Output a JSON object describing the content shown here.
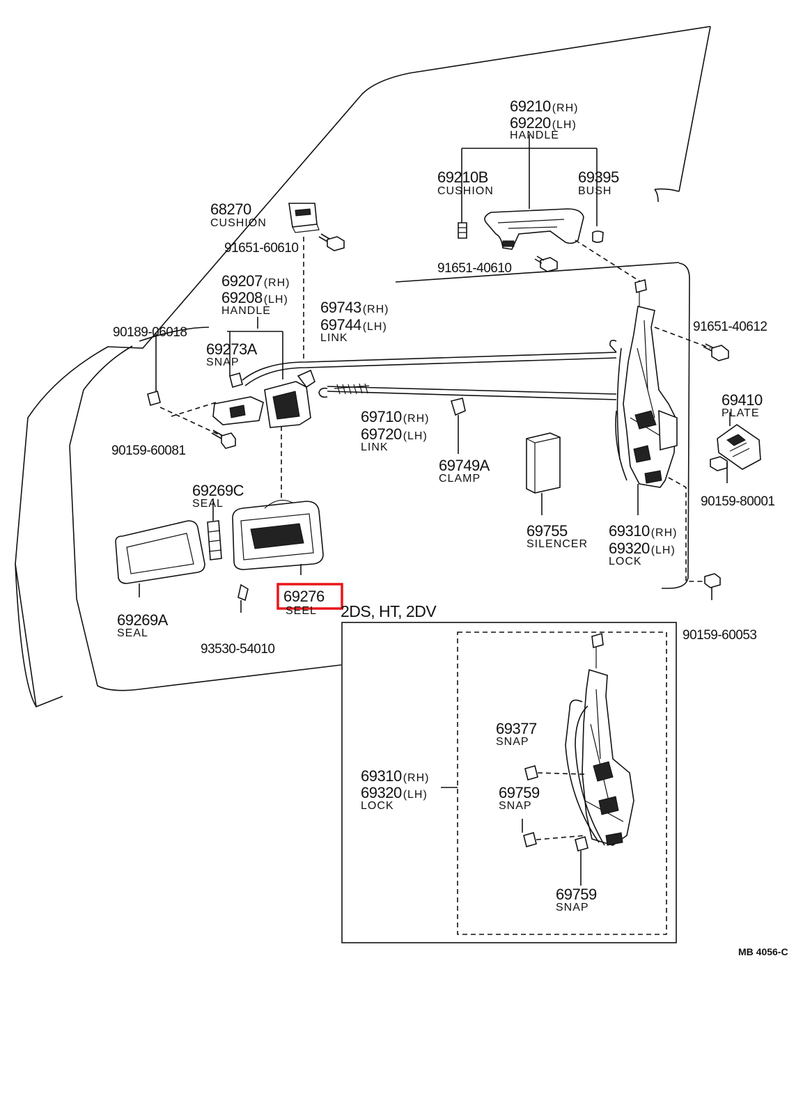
{
  "diagram": {
    "code": "MB 4056-C",
    "inset_title": "2DS, HT, 2DV",
    "highlight_color": "#e8161b",
    "labels": {
      "p69210": "69210",
      "p69210_side": "(RH)",
      "p69220": "69220",
      "p69220_side": "(LH)",
      "p692xx_name": "HANDLE",
      "p69210B": "69210B",
      "p69210B_name": "CUSHION",
      "p69395": "69395",
      "p69395_name": "BUSH",
      "p68270": "68270",
      "p68270_name": "CUSHION",
      "b91651_60610": "91651-60610",
      "b91651_40610": "91651-40610",
      "p69207": "69207",
      "p69207_side": "(RH)",
      "p69208": "69208",
      "p69208_side": "(LH)",
      "p69207_name": "HANDLE",
      "p69743": "69743",
      "p69743_side": "(RH)",
      "p69744": "69744",
      "p69744_side": "(LH)",
      "p69743_name": "LINK",
      "b90189_06018": "90189-06018",
      "p69273A": "69273A",
      "p69273A_name": "SNAP",
      "b91651_40612": "91651-40612",
      "p69410": "69410",
      "p69410_name": "PLATE",
      "p69710": "69710",
      "p69710_side": "(RH)",
      "p69720": "69720",
      "p69720_side": "(LH)",
      "p69710_name": "LINK",
      "b90159_60081": "90159-60081",
      "p69749A": "69749A",
      "p69749A_name": "CLAMP",
      "b90159_80001": "90159-80001",
      "p69269C": "69269C",
      "p69269C_name": "SEAL",
      "p69755": "69755",
      "p69755_name": "SILENCER",
      "p69310": "69310",
      "p69310_side": "(RH)",
      "p69320": "69320",
      "p69320_side": "(LH)",
      "p69310_name": "LOCK",
      "p69276": "69276",
      "p69276_name": "SEEL",
      "b90159_60053": "90159-60053",
      "p69269A": "69269A",
      "p69269A_name": "SEAL",
      "b93530_54010": "93530-54010",
      "i69377": "69377",
      "i69377_name": "SNAP",
      "i69310": "69310",
      "i69310_side": "(RH)",
      "i69320": "69320",
      "i69320_side": "(LH)",
      "i69310_name": "LOCK",
      "i69759a": "69759",
      "i69759a_name": "SNAP",
      "i69759b": "69759",
      "i69759b_name": "SNAP"
    }
  }
}
